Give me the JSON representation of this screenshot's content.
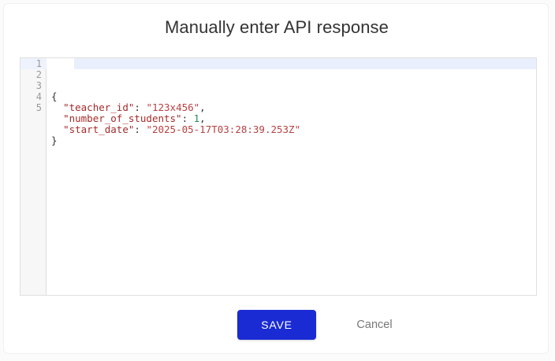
{
  "dialog": {
    "title": "Manually enter API response"
  },
  "editor": {
    "gutter_numbers": [
      "1",
      "2",
      "3",
      "4",
      "5"
    ],
    "active_line": 1,
    "lines": [
      {
        "number": "1",
        "tokens": [
          {
            "type": "punct",
            "text": "{"
          }
        ]
      },
      {
        "number": "2",
        "tokens": [
          {
            "type": "plain",
            "text": "  "
          },
          {
            "type": "key",
            "text": "\"teacher_id\""
          },
          {
            "type": "colon",
            "text": ": "
          },
          {
            "type": "string",
            "text": "\"123x456\""
          },
          {
            "type": "punct",
            "text": ","
          }
        ]
      },
      {
        "number": "3",
        "tokens": [
          {
            "type": "plain",
            "text": "  "
          },
          {
            "type": "key",
            "text": "\"number_of_students\""
          },
          {
            "type": "colon",
            "text": ": "
          },
          {
            "type": "number",
            "text": "1"
          },
          {
            "type": "punct",
            "text": ","
          }
        ]
      },
      {
        "number": "4",
        "tokens": [
          {
            "type": "plain",
            "text": "  "
          },
          {
            "type": "key",
            "text": "\"start_date\""
          },
          {
            "type": "colon",
            "text": ": "
          },
          {
            "type": "string",
            "text": "\"2025-05-17T03:28:39.253Z\""
          }
        ]
      },
      {
        "number": "5",
        "tokens": [
          {
            "type": "punct",
            "text": "}"
          }
        ]
      }
    ],
    "raw_value": "{\n  \"teacher_id\": \"123x456\",\n  \"number_of_students\": 1,\n  \"start_date\": \"2025-05-17T03:28:39.253Z\"\n}"
  },
  "actions": {
    "save_label": "SAVE",
    "cancel_label": "Cancel"
  },
  "colors": {
    "save_button_background": "#1a2bd4",
    "save_button_text": "#ffffff",
    "cancel_text": "#777777",
    "title_text": "#333333",
    "active_line_background": "#e9effc",
    "gutter_background": "#f7f7f7",
    "gutter_number_text": "#999999",
    "json_key": "#a52a2a",
    "json_string": "#b94141",
    "json_number": "#2a8c5a",
    "editor_border": "#e0e0e0",
    "card_background": "#ffffff",
    "page_background": "#fbfbfc"
  }
}
